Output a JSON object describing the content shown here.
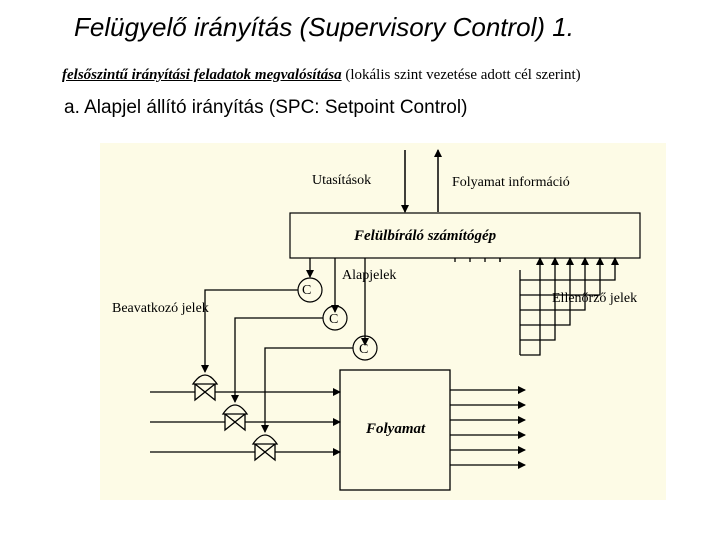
{
  "title": "Felügyelő irányítás (Supervisory Control) 1.",
  "subtitle": {
    "emphasis": "felsőszintű irányítási feladatok megvalósítása",
    "rest": "(lokális szint vezetése adott cél szerint)"
  },
  "section_heading": "a. Alapjel állító irányítás (SPC: Setpoint Control)",
  "diagram": {
    "background_color": "#fdfbe6",
    "labels": {
      "commands": "Utasítások",
      "process_info": "Folyamat információ",
      "supervisor": "Felülbíráló számítógép",
      "setpoints": "Alapjelek",
      "actuator_signals": "Beavatkozó jelek",
      "check_signals": "Ellenőrző jelek",
      "controller_1": "C",
      "controller_2": "C",
      "controller_3": "C",
      "process": "Folyamat"
    }
  }
}
